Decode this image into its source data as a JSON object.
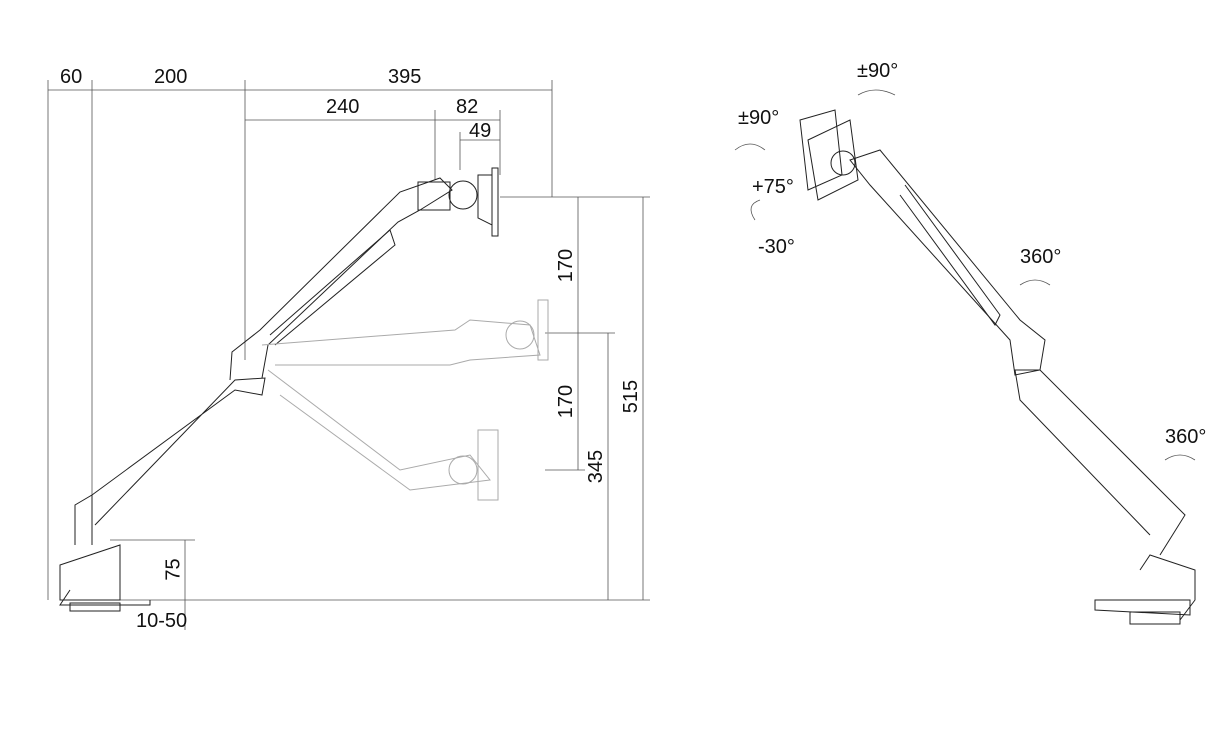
{
  "side_view": {
    "dims_horizontal": [
      "60",
      "200",
      "395",
      "240",
      "82",
      "49"
    ],
    "dims_vertical": [
      "170",
      "170",
      "515",
      "345",
      "75"
    ],
    "desk_thickness": "10-50"
  },
  "perspective_view": {
    "rotations": [
      "±90°",
      "±90°",
      "+75°",
      "-30°",
      "360°",
      "360°"
    ]
  }
}
